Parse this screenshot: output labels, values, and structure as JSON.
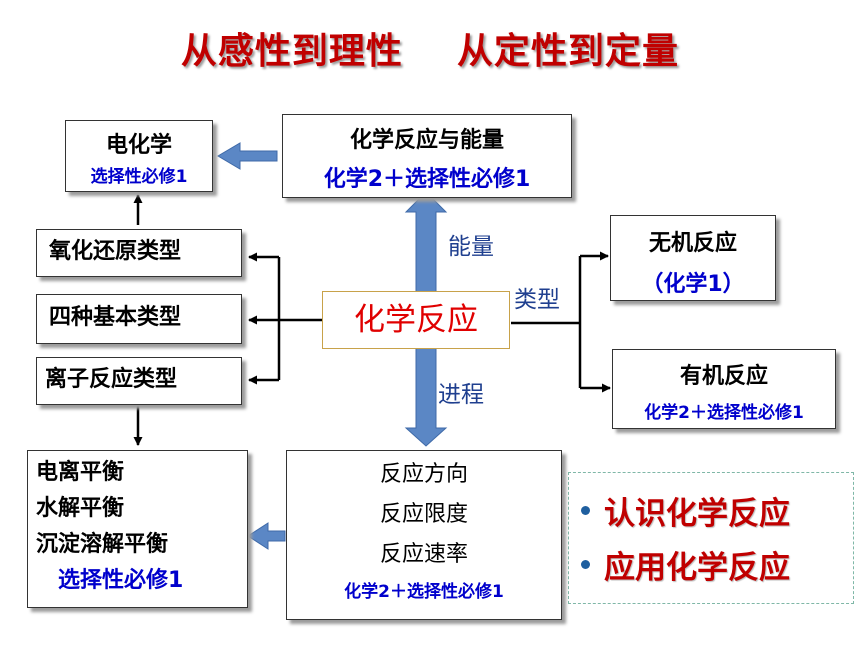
{
  "title": "从感性到理性    从定性到定量",
  "center": {
    "label": "化学反应"
  },
  "nodes": {
    "electrochem": {
      "title": "电化学",
      "subtitle": "选择性必修1"
    },
    "energy": {
      "title": "化学反应与能量",
      "subtitle": "化学2＋选择性必修1"
    },
    "redox": {
      "label": "氧化还原类型"
    },
    "four_types": {
      "label": "四种基本类型"
    },
    "ionic": {
      "label": "离子反应类型"
    },
    "inorganic": {
      "title": "无机反应",
      "subtitle": "（化学1）"
    },
    "organic": {
      "title": "有机反应",
      "subtitle": "化学2＋选择性必修1"
    },
    "equilibria": {
      "lines": [
        "电离平衡",
        "水解平衡",
        "沉淀溶解平衡"
      ],
      "subtitle": "选择性必修1"
    },
    "process": {
      "lines": [
        "反应方向",
        "反应限度",
        "反应速率"
      ],
      "subtitle": "化学2＋选择性必修1"
    }
  },
  "edge_labels": {
    "energy": "能量",
    "type": "类型",
    "process": "进程"
  },
  "bullets": [
    "认识化学反应",
    "应用化学反应"
  ],
  "colors": {
    "title": "#c00000",
    "accent_blue": "#0000cc",
    "block_arrow": "#5b87c5",
    "label_blue": "#1f3f8f"
  }
}
